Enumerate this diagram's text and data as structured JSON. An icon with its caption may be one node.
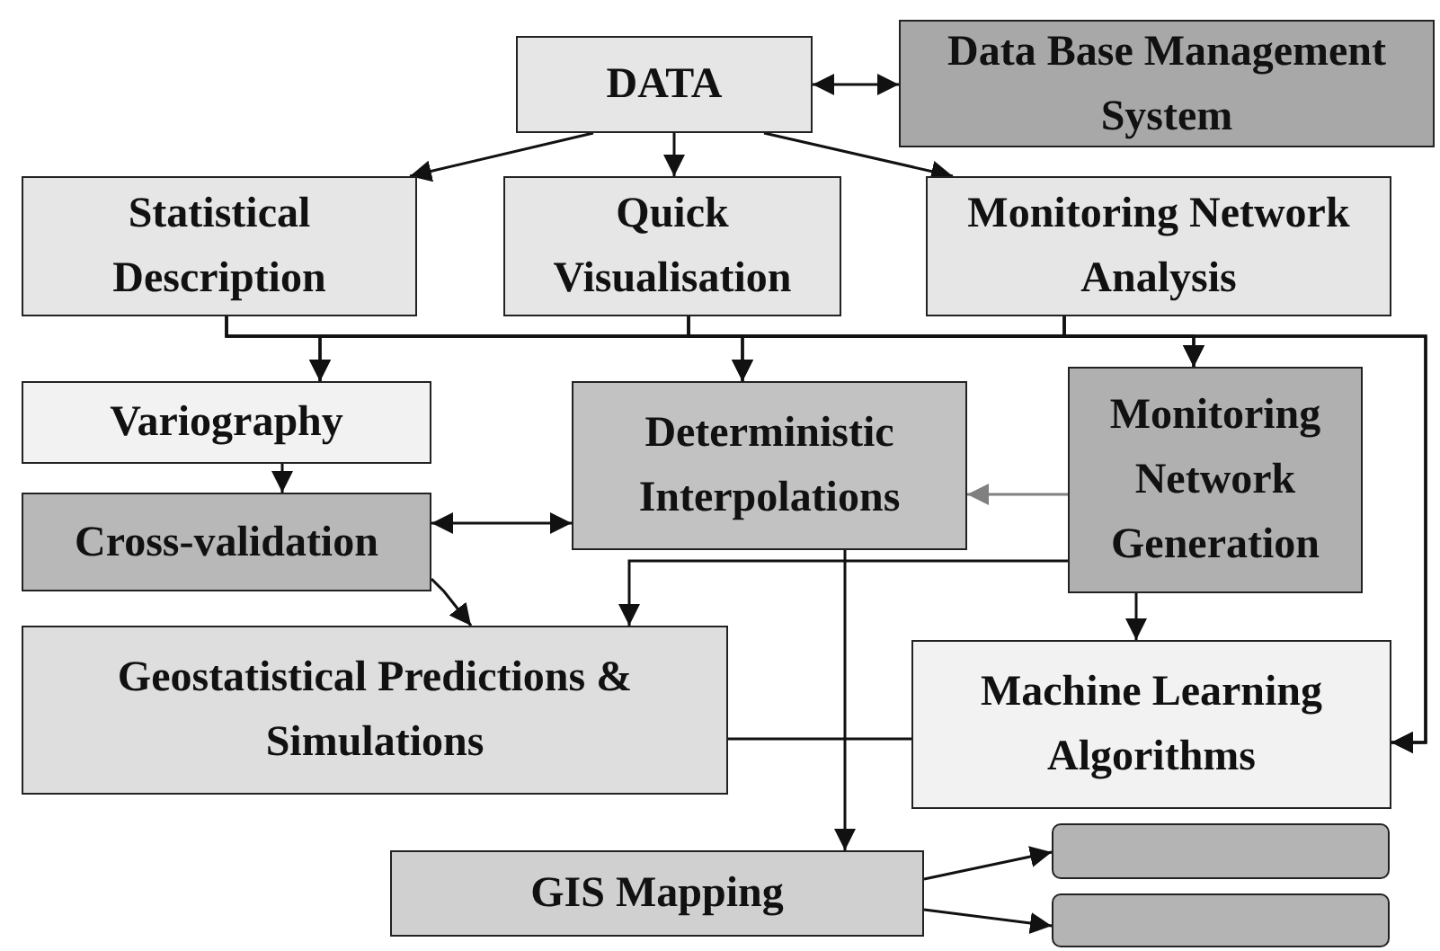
{
  "diagram": {
    "nodes": [
      {
        "text": [
          "DATA"
        ]
      },
      {
        "text": [
          "Data Base Management System"
        ]
      },
      {
        "text": [
          "Statistical Description"
        ]
      },
      {
        "text": [
          "Quick Visualisation"
        ]
      },
      {
        "text": [
          "Monitoring Network Analysis"
        ]
      },
      {
        "text": [
          "Variography"
        ]
      },
      {
        "text": [
          "Deterministic Interpolations"
        ]
      },
      {
        "text": [
          "Monitoring Network Generation"
        ]
      },
      {
        "text": [
          "Cross-validation"
        ]
      },
      {
        "text": [
          "Geostatistical Predictions & Simulations"
        ]
      },
      {
        "text": [
          "Machine Learning Algorithms"
        ]
      },
      {
        "text": [
          "GIS Mapping"
        ]
      },
      {
        "text": [],
        "shape": "box"
      },
      {
        "text": [],
        "shape": "box"
      }
    ],
    "edges": [
      {
        "from": 0,
        "to": 1,
        "arrow": "both"
      },
      {
        "from": 0,
        "to": 2,
        "arrow": "to"
      },
      {
        "from": 0,
        "to": 3,
        "arrow": "to"
      },
      {
        "from": 0,
        "to": 4,
        "arrow": "to"
      },
      {
        "from": 2,
        "to": 5,
        "arrow": "to"
      },
      {
        "from": 2,
        "to": 6,
        "arrow": "to"
      },
      {
        "from": 2,
        "to": 7,
        "arrow": "to"
      },
      {
        "from": 2,
        "to": 10,
        "arrow": "to"
      },
      {
        "from": 3,
        "to": 5,
        "arrow": "to"
      },
      {
        "from": 3,
        "to": 6,
        "arrow": "to"
      },
      {
        "from": 3,
        "to": 7,
        "arrow": "to"
      },
      {
        "from": 3,
        "to": 10,
        "arrow": "to"
      },
      {
        "from": 4,
        "to": 5,
        "arrow": "to"
      },
      {
        "from": 4,
        "to": 6,
        "arrow": "to"
      },
      {
        "from": 4,
        "to": 7,
        "arrow": "to"
      },
      {
        "from": 4,
        "to": 10,
        "arrow": "to"
      },
      {
        "from": 5,
        "to": 8,
        "arrow": "to"
      },
      {
        "from": 8,
        "to": 6,
        "arrow": "both"
      },
      {
        "from": 7,
        "to": 6,
        "arrow": "to",
        "color": "#808080"
      },
      {
        "from": 7,
        "to": 9,
        "arrow": "to"
      },
      {
        "from": 8,
        "to": 9,
        "arrow": "to"
      },
      {
        "from": 7,
        "to": 10,
        "arrow": "to"
      },
      {
        "from": 6,
        "to": 11,
        "arrow": "to"
      },
      {
        "from": 9,
        "to": 10,
        "arrow": "none"
      },
      {
        "from": 11,
        "to": 12,
        "arrow": "to"
      },
      {
        "from": 11,
        "to": 13,
        "arrow": "to"
      }
    ]
  }
}
